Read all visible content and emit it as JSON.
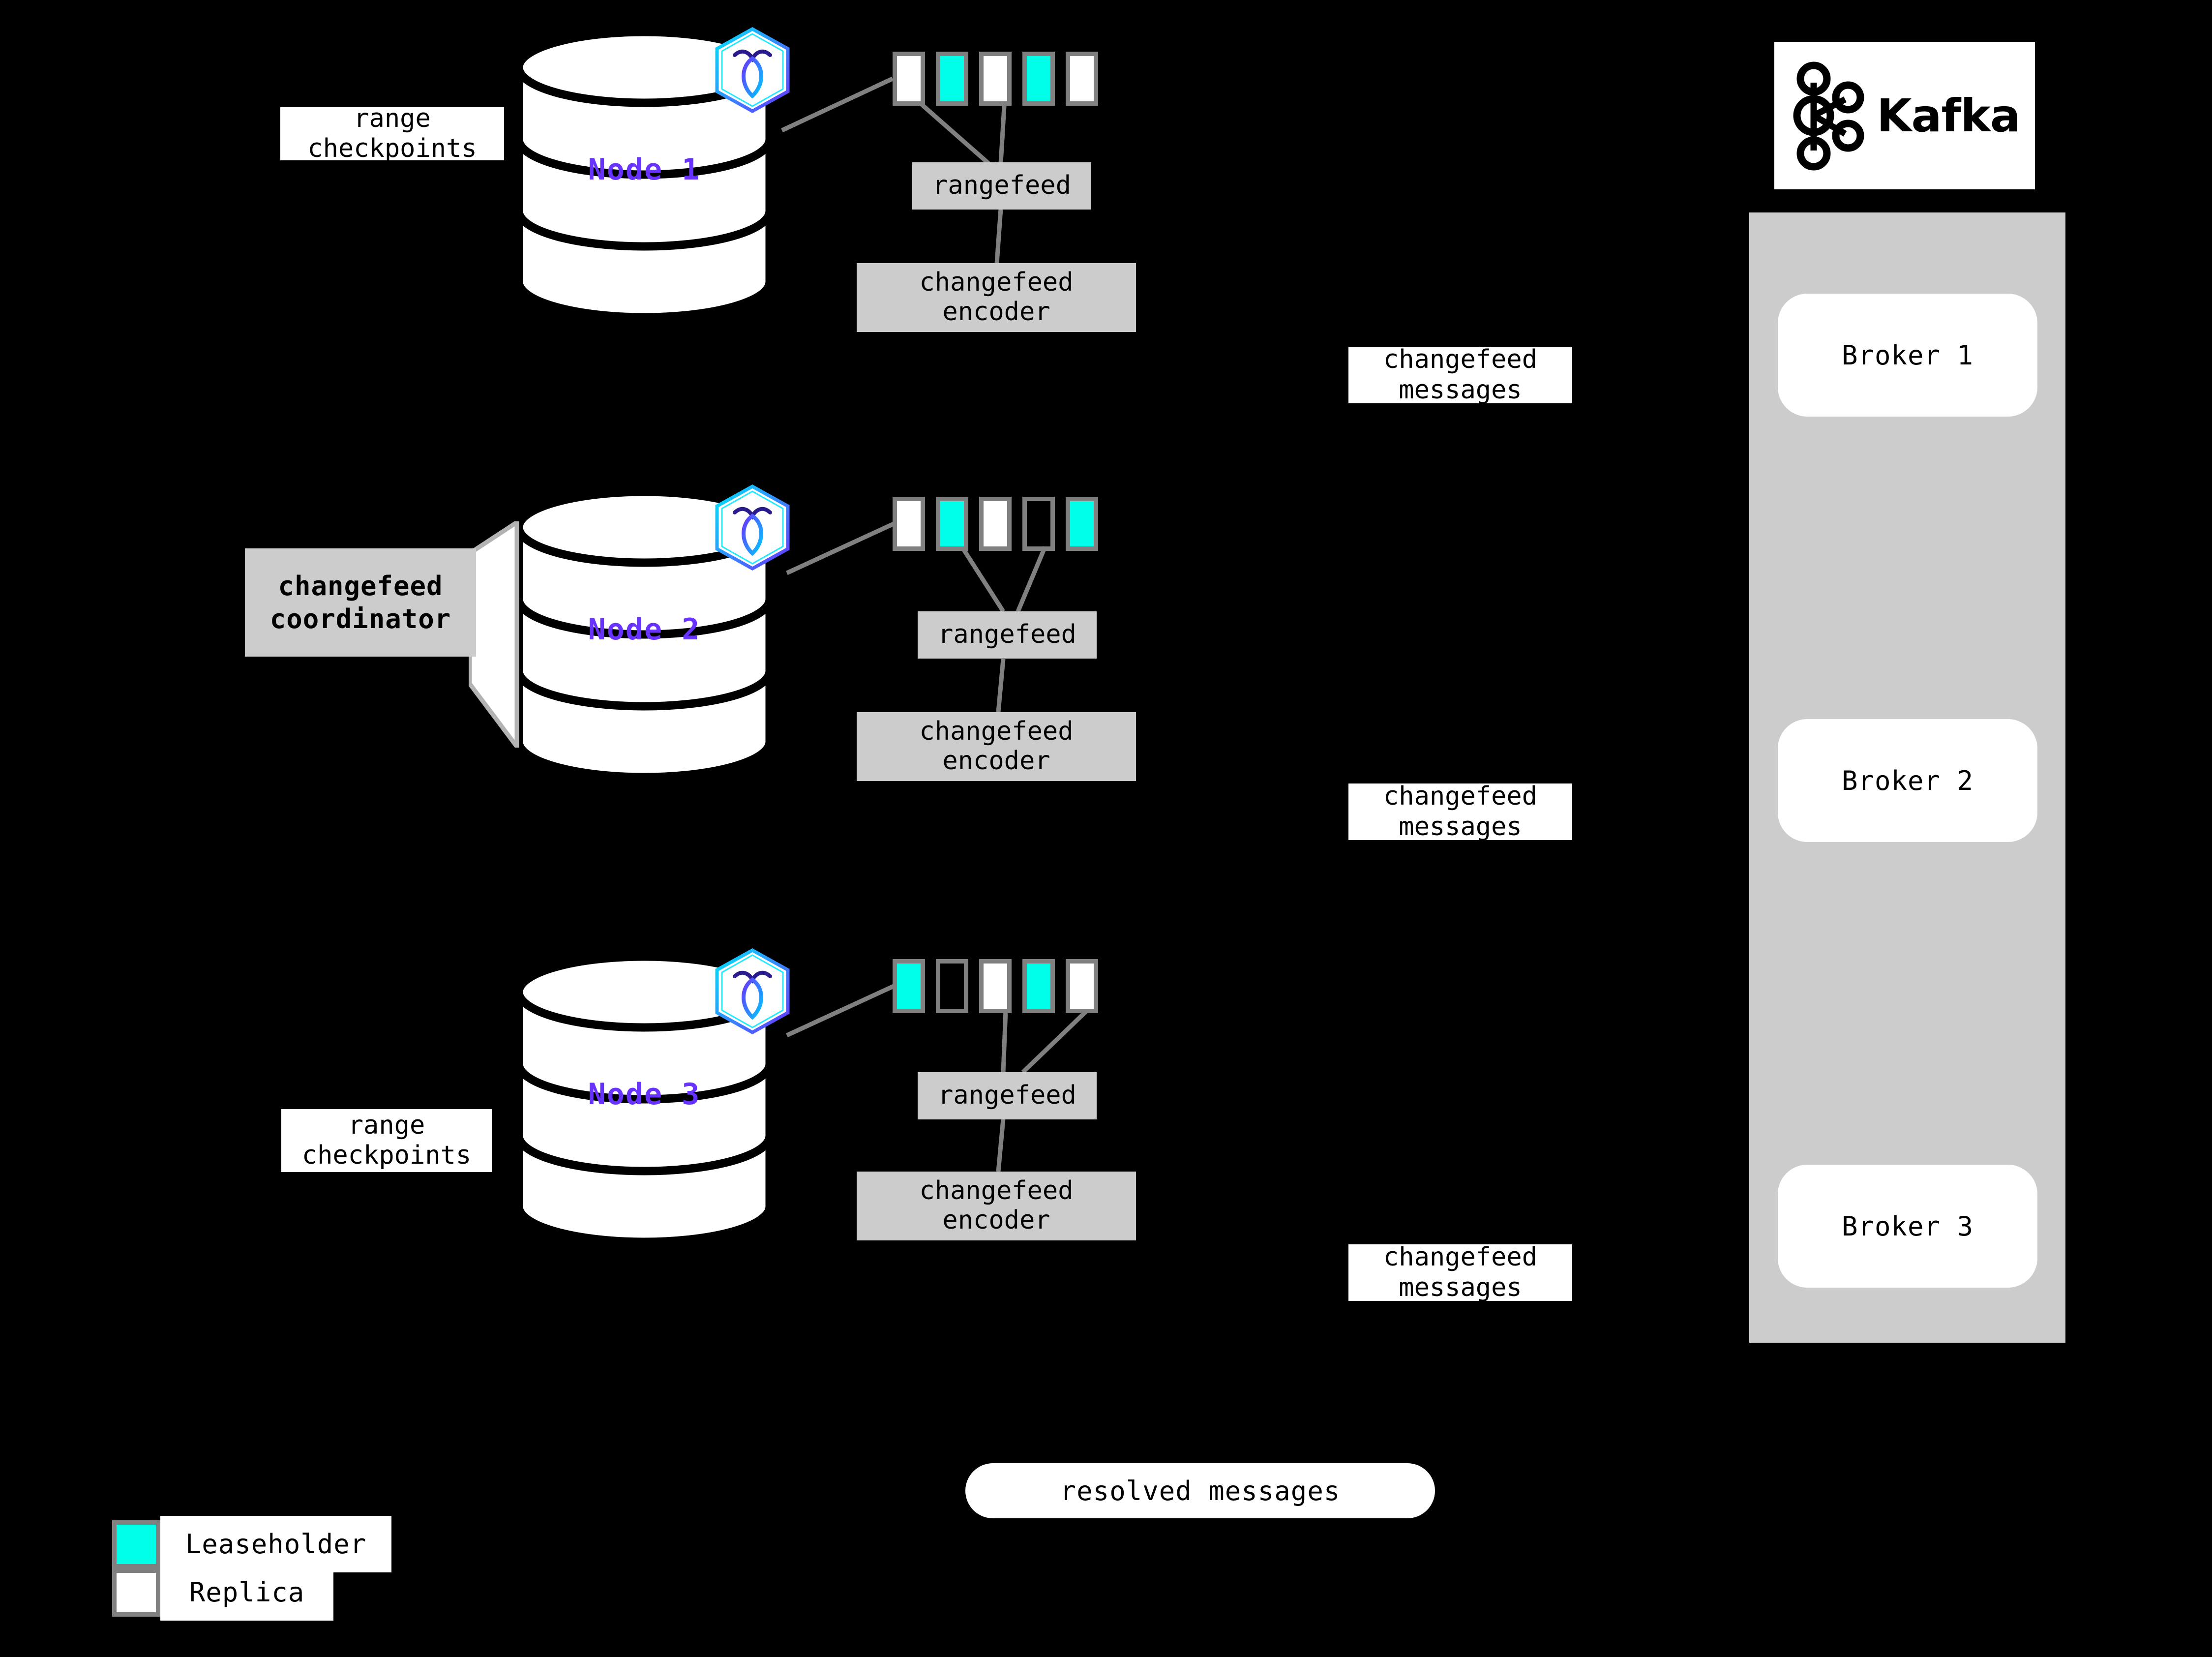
{
  "diagram": {
    "title": "CockroachDB changefeed to Kafka architecture",
    "background_color": "#000000",
    "accent_purple": "#6933ff",
    "leaseholder_color": "#00ffe8",
    "replica_color": "#ffffff",
    "box_gray": "#cccccc",
    "border_gray": "#808080"
  },
  "nodes": [
    {
      "label": "Node 1",
      "badge_icon": "cockroachdb-hexagon-icon",
      "ranges": [
        "replica",
        "leaseholder",
        "replica",
        "leaseholder",
        "replica"
      ],
      "rangefeed_label": "rangefeed",
      "encoder_label": "changefeed\nencoder",
      "caption": "range\ncheckpoints"
    },
    {
      "label": "Node 2",
      "badge_icon": "cockroachdb-hexagon-icon",
      "ranges": [
        "replica",
        "leaseholder",
        "replica",
        "empty",
        "leaseholder"
      ],
      "rangefeed_label": "rangefeed",
      "encoder_label": "changefeed\nencoder",
      "caption": null,
      "coordinator_label": "changefeed\ncoordinator"
    },
    {
      "label": "Node 3",
      "badge_icon": "cockroachdb-hexagon-icon",
      "ranges": [
        "leaseholder",
        "empty",
        "replica",
        "leaseholder",
        "replica"
      ],
      "rangefeed_label": "rangefeed",
      "encoder_label": "changefeed\nencoder",
      "caption": "range\ncheckpoints"
    }
  ],
  "message_labels": [
    "changefeed\nmessages",
    "changefeed\nmessages",
    "changefeed\nmessages"
  ],
  "kafka": {
    "logo_text": "Kafka",
    "logo_icon": "kafka-node-graph-icon",
    "brokers": [
      "Broker 1",
      "Broker 2",
      "Broker 3"
    ]
  },
  "resolved": {
    "label": "resolved messages"
  },
  "legend": {
    "items": [
      {
        "label": "Leaseholder",
        "swatch": "leaseholder"
      },
      {
        "label": "Replica",
        "swatch": "replica"
      }
    ]
  }
}
